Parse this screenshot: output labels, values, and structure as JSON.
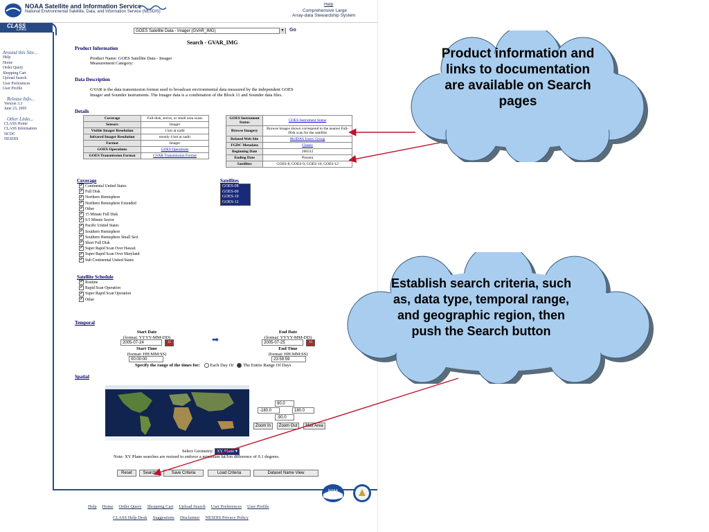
{
  "header": {
    "brand_title": "NOAA Satellite and Information Service",
    "brand_subtitle": "National Environmental Satellite, Data, and Information Service (NESDIS)",
    "help": "Help",
    "tagline1": "Comprehensive Large",
    "tagline2": "Array-data Stewardship System"
  },
  "sidebar": {
    "class_label": "CLASS",
    "links_label": "Links",
    "around_head": "Around this Site...",
    "around_items": [
      "Help",
      "Home",
      "Order Query",
      "Shopping Cart",
      "Upload Search",
      "User Preferences",
      "User Profile"
    ],
    "release_head": "Release Info...",
    "release_items": [
      "Version 3.3",
      "June 23, 2005"
    ],
    "other_head": "Other Links...",
    "other_items": [
      "CLASS Home",
      "CLASS Information",
      "NCDC",
      "NESDIS"
    ]
  },
  "topbar": {
    "dataset_select": "GOES Satellite Data - Imager (GVAR_IMG)",
    "go": "Go"
  },
  "search_title": "Search - GVAR_IMG",
  "product_info": {
    "heading": "Product Information",
    "name": "Product Name: GOES Satellite Data - Imager",
    "category": "Measurement Category:"
  },
  "data_description": {
    "heading": "Data Description",
    "line1": "GVAR is the data transmission format used to broadcast environmental data measured by the independent GOES",
    "line2": "Imager and Sounder instruments. The Imager data is a combination of the Block 11 and Sounder data files."
  },
  "details": {
    "heading": "Details",
    "left_rows": [
      {
        "label": "Coverage",
        "value": "Full-disk, sector, or small area scans",
        "link": false
      },
      {
        "label": "Sensors",
        "value": "Imager",
        "link": false
      },
      {
        "label": "Visible Imager Resolution",
        "value": "1 km at nadir",
        "link": false
      },
      {
        "label": "Infrared Imager Resolution",
        "value": "mostly 4 km at nadir",
        "link": false
      },
      {
        "label": "Format",
        "value": "Imager",
        "link": false
      },
      {
        "label": "GOES Operations",
        "value": "GOES Operations",
        "link": true
      },
      {
        "label": "GOES Transmission Format",
        "value": "GVAR Transmission Format",
        "link": true
      }
    ],
    "right_rows": [
      {
        "label": "GOES Instrument Status",
        "value": "GOES Instrument Status",
        "link": true
      },
      {
        "label": "Browse Imagery",
        "value": "Browse images shown correspond to the nearest Full-Disk scan for the satellite",
        "link": false
      },
      {
        "label": "Related Web Site",
        "value": "McIDAS Users' Group",
        "link": true
      },
      {
        "label": "FGDC Metadata",
        "value": "Classic",
        "link": true
      },
      {
        "label": "Beginning Date",
        "value": "200312",
        "link": false
      },
      {
        "label": "Ending Date",
        "value": "Present",
        "link": false
      },
      {
        "label": "Satellites",
        "value": "GOES-8, GOES-9, GOES-10, GOES-12",
        "link": false
      }
    ]
  },
  "coverage": {
    "heading": "Coverage",
    "items": [
      "Continental United States",
      "Full Disk",
      "Northern Hemisphere",
      "Northern Hemisphere Extended",
      "Other",
      "15 Minute Full Disk",
      "9.5 Minute Sector",
      "Pacific United States",
      "Southern Hemisphere",
      "Southern Hemisphere Small Sect",
      "Short Full Disk",
      "Super Rapid Scan Over Hawaii",
      "Super Rapid Scan Over Maryland",
      "Sub Continental United States"
    ]
  },
  "satellites": {
    "heading": "Satellites",
    "items": [
      "GOES-08",
      "GOES-09",
      "GOES-10",
      "GOES-12"
    ]
  },
  "schedule": {
    "heading": "Satellite Schedule",
    "items": [
      "Routine",
      "Rapid Scan Operation",
      "Super Rapid Scan Operation",
      "Other"
    ]
  },
  "temporal": {
    "heading": "Temporal",
    "start_date_label": "Start Date",
    "start_date_format": "(format: YYYY-MM-DD)",
    "start_date": "2005-07-24",
    "start_time_label": "Start Time",
    "start_time_format": "(format: HH:MM:SS)",
    "start_time": "00:00:00",
    "end_date_label": "End Date",
    "end_date_format": "(format: YYYY-MM-DD)",
    "end_date": "2005-07-25",
    "end_time_label": "End Time",
    "end_time_format": "(format: HH:MM:SS)",
    "end_time": "23:59:59",
    "range_label": "Specify the range of the times for:",
    "option_each": "Each Day Or",
    "option_entire": "The Entire Range Of Days"
  },
  "spatial": {
    "heading": "Spatial",
    "north": "90.0",
    "west": "-180.0",
    "east": "180.0",
    "south": "-90.0",
    "zoom_in": "Zoom In",
    "zoom_out": "Zoom Out",
    "max_area": "Max Area",
    "geometry_label": "Select Geometry:",
    "geometry_value": "XY Plane",
    "note": "Note: XY Plane searches are resized to enforce a minimum lat/lon difference of 0.1 degrees."
  },
  "actions": {
    "reset": "Reset",
    "search": "Search",
    "save": "Save Criteria",
    "load": "Load Criteria",
    "dataset_name": "Dataset Name View"
  },
  "footer": {
    "row1": [
      "Help",
      "Home",
      "Order Query",
      "Shopping Cart",
      "Upload Search",
      "User Preferences",
      "User Profile"
    ],
    "row2": [
      "CLASS Help Desk",
      "Suggestions",
      "Disclaimer",
      "NESDIS Privacy Policy"
    ],
    "noaa_logo": "NOAA"
  },
  "callouts": {
    "top": "Product information and links to documentation are available on Search pages",
    "bottom": "Establish search criteria, such as, data type, temporal range, and geographic region, then push the Search button",
    "cloud_color": "#a9cdee",
    "arrow_color": "#c0102a"
  }
}
